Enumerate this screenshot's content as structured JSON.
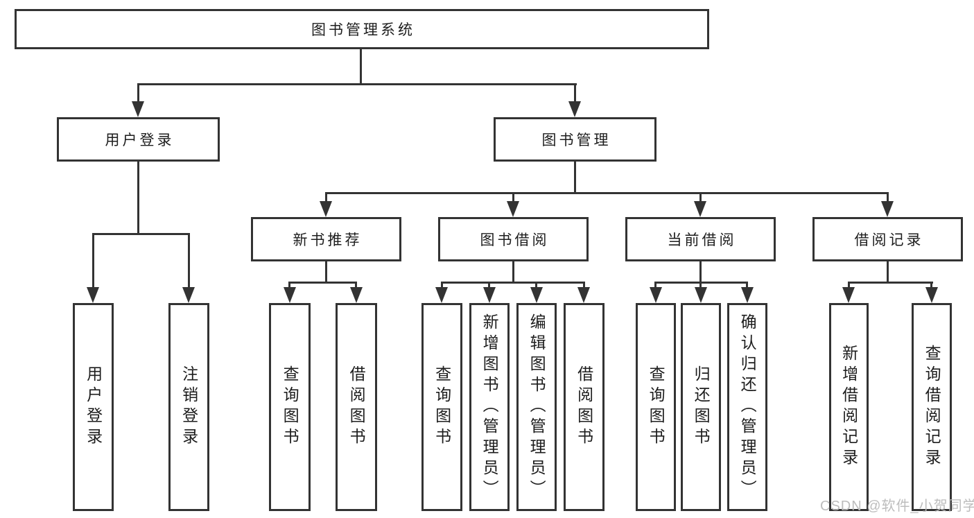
{
  "meta": {
    "background_color": "#ffffff",
    "line_color": "#333333",
    "text_color": "#1d1d1d",
    "watermark_color": "#b9b9b9"
  },
  "tree": {
    "root": {
      "label": "图书管理系统"
    },
    "branches": [
      {
        "label": "用户登录",
        "children": [
          {
            "label": "用户登录"
          },
          {
            "label": "注销登录"
          }
        ]
      },
      {
        "label": "图书管理",
        "children": [
          {
            "label": "新书推荐",
            "children": [
              {
                "label": "查询图书"
              },
              {
                "label": "借阅图书"
              }
            ]
          },
          {
            "label": "图书借阅",
            "children": [
              {
                "label": "查询图书"
              },
              {
                "label": "新增图书（管理员）"
              },
              {
                "label": "编辑图书（管理员）"
              },
              {
                "label": "借阅图书"
              }
            ]
          },
          {
            "label": "当前借阅",
            "children": [
              {
                "label": "查询图书"
              },
              {
                "label": "归还图书"
              },
              {
                "label": "确认归还（管理员）"
              }
            ]
          },
          {
            "label": "借阅记录",
            "children": [
              {
                "label": "新增借阅记录"
              },
              {
                "label": "查询借阅记录"
              }
            ]
          }
        ]
      }
    ]
  },
  "watermark": {
    "text": "CSDN @软件_小贺同学"
  }
}
